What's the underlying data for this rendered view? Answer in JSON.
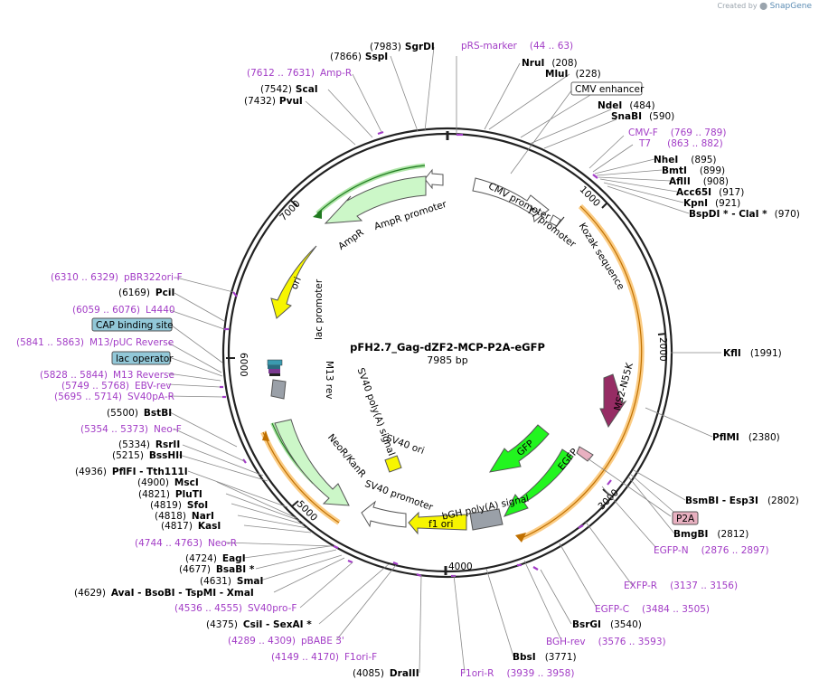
{
  "credit": {
    "prefix": "Created by",
    "brand": "SnapGene"
  },
  "plasmid": {
    "name": "pFH2.7_Gag-dZF2-MCP-P2A-eGFP",
    "length": "7985 bp"
  },
  "ruler": [
    "1000",
    "2000",
    "3000",
    "4000",
    "5000",
    "6000",
    "7000"
  ],
  "sites": [
    {
      "pos": "(7983)",
      "name": "SgrDI"
    },
    {
      "pos": "(7866)",
      "name": "SspI"
    },
    {
      "pos": "(7542)",
      "name": "ScaI"
    },
    {
      "pos": "(7432)",
      "name": "PvuI"
    },
    {
      "pos": "(208)",
      "name": "NruI"
    },
    {
      "pos": "(228)",
      "name": "MluI"
    },
    {
      "pos": "(484)",
      "name": "NdeI"
    },
    {
      "pos": "(590)",
      "name": "SnaBI"
    },
    {
      "pos": "(895)",
      "name": "NheI"
    },
    {
      "pos": "(899)",
      "name": "BmtI"
    },
    {
      "pos": "(908)",
      "name": "AflII"
    },
    {
      "pos": "(917)",
      "name": "Acc65I"
    },
    {
      "pos": "(921)",
      "name": "KpnI"
    },
    {
      "pos": "(970)",
      "name": "BspDI * - ClaI *"
    },
    {
      "pos": "(1991)",
      "name": "KflI"
    },
    {
      "pos": "(2380)",
      "name": "PflMI"
    },
    {
      "pos": "(2802)",
      "name": "BsmBI - Esp3I"
    },
    {
      "pos": "(2812)",
      "name": "BmgBI"
    },
    {
      "pos": "(3540)",
      "name": "BsrGI"
    },
    {
      "pos": "(3771)",
      "name": "BbsI"
    },
    {
      "pos": "(4085)",
      "name": "DraIII"
    },
    {
      "pos": "(4375)",
      "name": "CsiI - SexAI *"
    },
    {
      "pos": "(4629)",
      "name": "AvaI - BsoBI - TspMI - XmaI"
    },
    {
      "pos": "(4631)",
      "name": "SmaI"
    },
    {
      "pos": "(4677)",
      "name": "BsaBI *"
    },
    {
      "pos": "(4724)",
      "name": "EagI"
    },
    {
      "pos": "(4817)",
      "name": "KasI"
    },
    {
      "pos": "(4818)",
      "name": "NarI"
    },
    {
      "pos": "(4819)",
      "name": "SfoI"
    },
    {
      "pos": "(4821)",
      "name": "PluTI"
    },
    {
      "pos": "(4900)",
      "name": "MscI"
    },
    {
      "pos": "(4936)",
      "name": "PflFI - Tth111I"
    },
    {
      "pos": "(5215)",
      "name": "BssHII"
    },
    {
      "pos": "(5334)",
      "name": "RsrII"
    },
    {
      "pos": "(5500)",
      "name": "BstBI"
    },
    {
      "pos": "(6169)",
      "name": "PciI"
    }
  ],
  "primers": [
    {
      "name": "pRS-marker",
      "range": "(44 .. 63)"
    },
    {
      "name": "Amp-R",
      "range": "(7612 .. 7631)"
    },
    {
      "name": "CMV-F",
      "range": "(769 .. 789)"
    },
    {
      "name": "T7",
      "range": "(863 .. 882)"
    },
    {
      "name": "pBR322ori-F",
      "range": "(6310 .. 6329)"
    },
    {
      "name": "L4440",
      "range": "(6059 .. 6076)"
    },
    {
      "name": "M13/pUC Reverse",
      "range": "(5841 .. 5863)"
    },
    {
      "name": "M13 Reverse",
      "range": "(5828 .. 5844)"
    },
    {
      "name": "EBV-rev",
      "range": "(5749 .. 5768)"
    },
    {
      "name": "SV40pA-R",
      "range": "(5695 .. 5714)"
    },
    {
      "name": "Neo-F",
      "range": "(5354 .. 5373)"
    },
    {
      "name": "Neo-R",
      "range": "(4744 .. 4763)"
    },
    {
      "name": "SV40pro-F",
      "range": "(4536 .. 4555)"
    },
    {
      "name": "pBABE 3'",
      "range": "(4289 .. 4309)"
    },
    {
      "name": "F1ori-F",
      "range": "(4149 .. 4170)"
    },
    {
      "name": "F1ori-R",
      "range": "(3939 .. 3958)"
    },
    {
      "name": "BGH-rev",
      "range": "(3576 .. 3593)"
    },
    {
      "name": "EGFP-C",
      "range": "(3484 .. 3505)"
    },
    {
      "name": "EXFP-R",
      "range": "(3137 .. 3156)"
    },
    {
      "name": "EGFP-N",
      "range": "(2876 .. 2897)"
    }
  ],
  "boxed_features": [
    "CMV enhancer",
    "CAP binding site",
    "lac operator",
    "P2A"
  ],
  "features": [
    "AmpR promoter",
    "AmpR",
    "ori",
    "lac promoter",
    "M13 rev",
    "SV40 poly(A) signal",
    "NeoR/KanR",
    "SV40 promoter",
    "SV40 ori",
    "f1 ori",
    "bGH poly(A) signal",
    "EGFP",
    "GFP",
    "MS2-N55K",
    "CMV promoter",
    "T7 promoter",
    "Kozak sequence"
  ],
  "colors": {
    "primer": "#a23cc6",
    "ampr": "#ccf7c8",
    "ori": "#f7f500",
    "gfp": "#22f51f",
    "ms2": "#962c64",
    "orf_band": "#f7a21f",
    "grey": "#9aa0a8",
    "cap": "#92c8d8",
    "p2a": "#e8b0c0"
  }
}
